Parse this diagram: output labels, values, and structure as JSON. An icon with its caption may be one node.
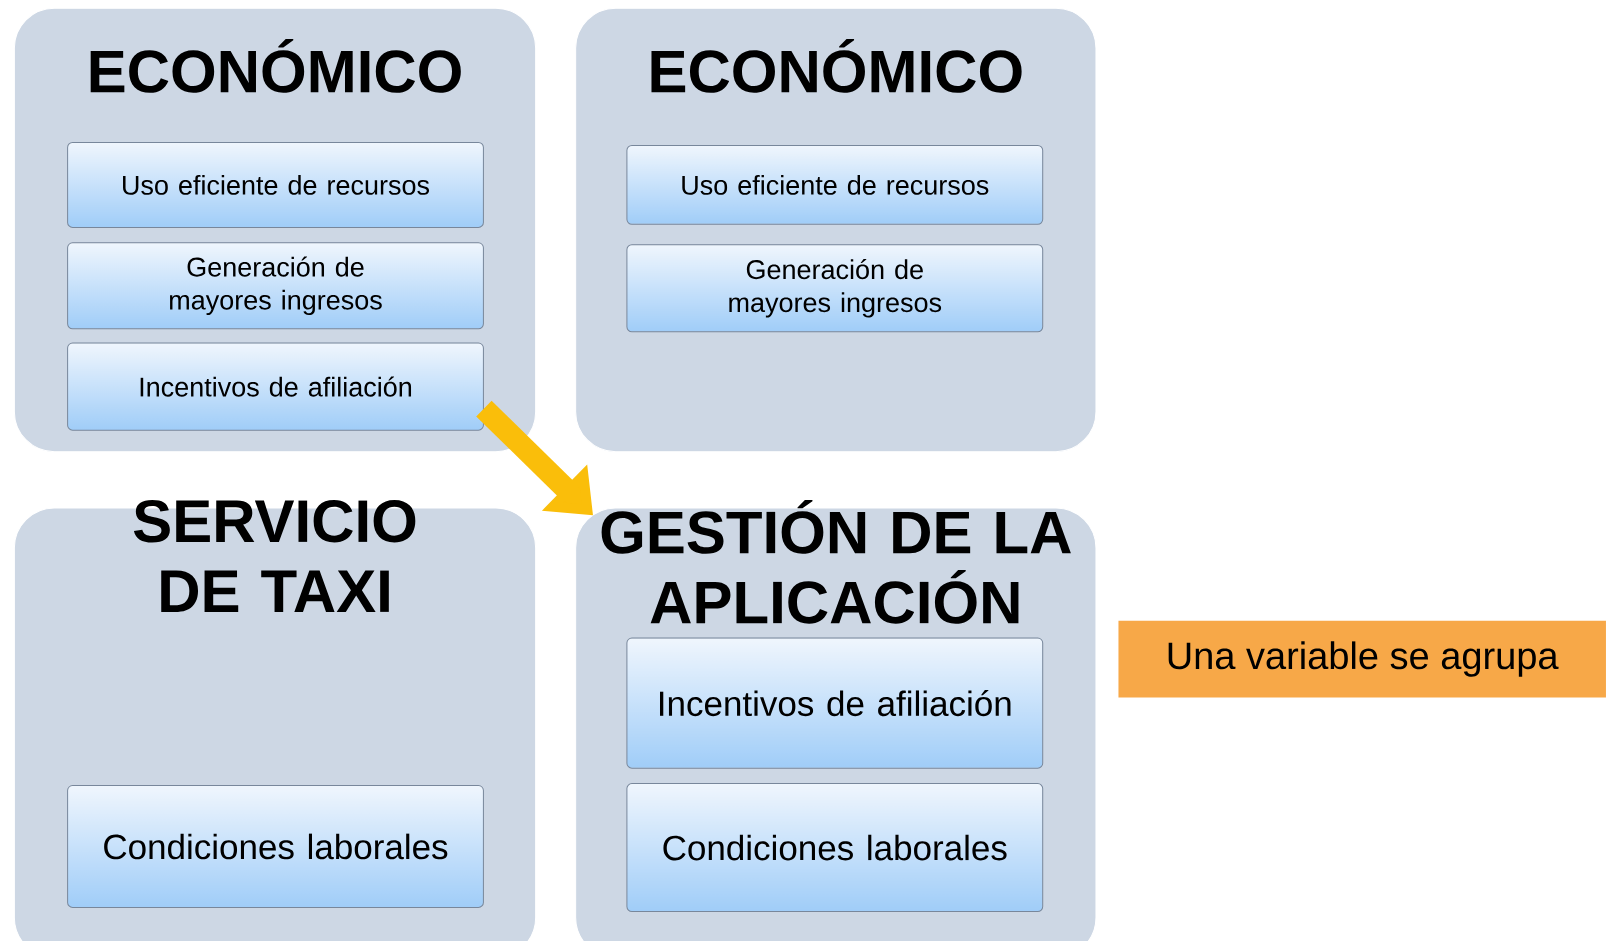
{
  "diagram": {
    "nodes": [
      {
        "text": [
          "ECONÓMICO"
        ]
      },
      {
        "text": [
          "Uso eficiente de recursos"
        ],
        "in": 0
      },
      {
        "text": [
          "Generación de mayores ingresos"
        ],
        "in": 0
      },
      {
        "text": [
          "Incentivos de afiliación"
        ],
        "in": 0
      },
      {
        "text": [
          "ECONÓMICO"
        ]
      },
      {
        "text": [
          "Uso eficiente de recursos"
        ],
        "in": 4
      },
      {
        "text": [
          "Generación de mayores ingresos"
        ],
        "in": 4
      },
      {
        "text": [
          "SERVICIO DE TAXI"
        ]
      },
      {
        "text": [
          "Condiciones laborales"
        ],
        "in": 7
      },
      {
        "text": [
          "GESTIÓN DE LA APLICACIÓN"
        ]
      },
      {
        "text": [
          "Incentivos de afiliación"
        ],
        "in": 9
      },
      {
        "text": [
          "Condiciones laborales"
        ],
        "in": 9
      },
      {
        "text": [
          "Una variable se agrupa"
        ]
      }
    ],
    "edges": [
      {
        "from": 3,
        "to": 9,
        "arrow": "to"
      }
    ]
  }
}
